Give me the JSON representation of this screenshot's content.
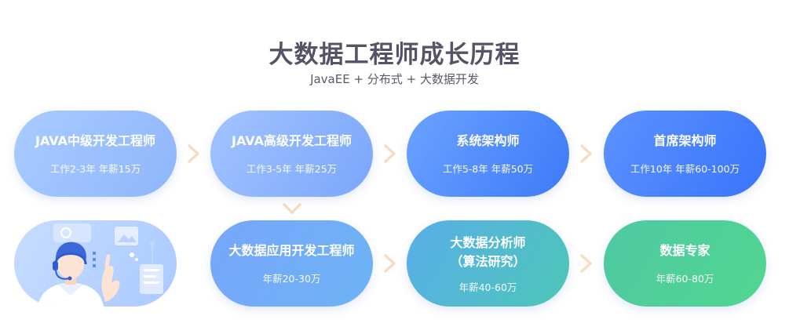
{
  "header": {
    "title": "大数据工程师成长历程",
    "subtitle": "JavaEE + 分布式 + 大数据开发"
  },
  "stages": [
    {
      "name": "JAVA中级开发工程师",
      "detail": "工作2-3年 年薪15万"
    },
    {
      "name": "JAVA高级开发工程师",
      "detail": "工作3-5年 年薪25万"
    },
    {
      "name": "系统架构师",
      "detail": "工作5-8年 年薪50万"
    },
    {
      "name": "首席架构师",
      "detail": "工作10年 年薪60-100万"
    },
    {
      "name": "大数据应用开发工程师",
      "detail": "年薪20-30万"
    },
    {
      "name": "大数据分析师",
      "name2": "（算法研究）",
      "detail": "年薪40-60万"
    },
    {
      "name": "数据专家",
      "detail": "年薪60-80万"
    }
  ],
  "colors": {
    "title": "#545466",
    "arrow": "#f6dcc0",
    "row1_start": "#a9cbff",
    "row1_end": "#3a74fb",
    "row2_start": "#78a6fb",
    "row2_end": "#52d68f"
  },
  "icons": {
    "arrow": "chevron-right",
    "arrow_down": "chevron-down",
    "illustration": "developer-with-headset"
  }
}
